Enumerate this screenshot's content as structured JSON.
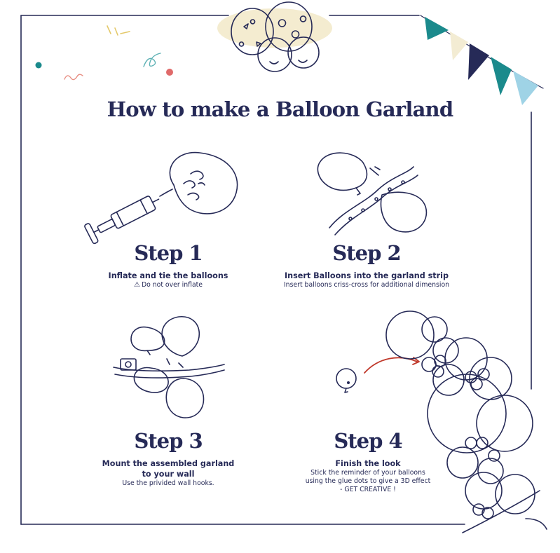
{
  "title": "How to make a Balloon Garland",
  "steps": [
    {
      "heading": "Step 1",
      "description": "Inflate and tie the balloons",
      "note_icon": "⚠",
      "note": "Do not over inflate"
    },
    {
      "heading": "Step 2",
      "description": "Insert Balloons into the garland strip",
      "note": "Insert balloons criss-cross for additional dimension"
    },
    {
      "heading": "Step 3",
      "description_line1": "Mount the assembled garland",
      "description_line2": "to your wall",
      "note": "Use the privided wall hooks."
    },
    {
      "heading": "Step 4",
      "description": "Finish the look",
      "note_line1": "Stick the reminder of your balloons",
      "note_line2": "using the glue dots to give a 3D effect",
      "note_line3": "- GET CREATIVE !"
    }
  ],
  "colors": {
    "ink": "#262a57",
    "bunting": [
      "#1b8a8c",
      "#f3ecd3",
      "#262a57",
      "#1b8a8c",
      "#9fd3e6"
    ],
    "accent_red": "#e06a6a",
    "accent_teal": "#1b8a8c",
    "accent_yellow": "#f1e3b0"
  }
}
